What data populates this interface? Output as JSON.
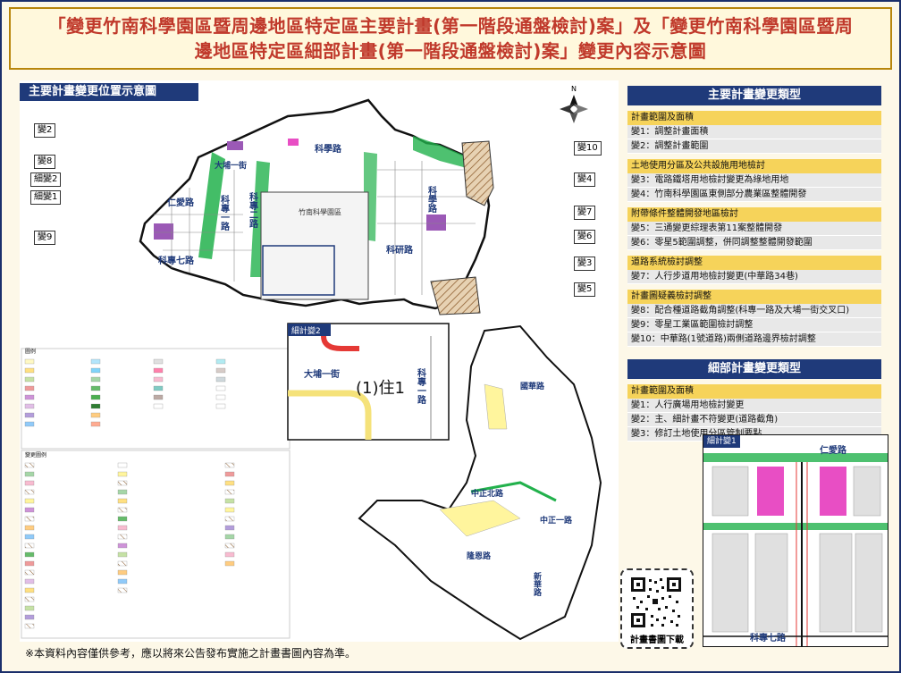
{
  "title": {
    "line1": "「變更竹南科學園區暨周邊地區特定區主要計畫(第一階段通盤檢討)案」及「變更竹南科學園區暨周",
    "line2": "邊地區特定區細部計畫(第一階段通盤檢討)案」變更內容示意圖"
  },
  "map": {
    "section_title": "主要計畫變更位置示意圖",
    "north_label": "N",
    "park_label": "竹南科學園區",
    "roads": [
      "科學路",
      "大埔一街",
      "仁愛路",
      "科專一路",
      "科專二路",
      "科專七路",
      "科研路",
      "科學路",
      "國華路",
      "中正北路",
      "中正一路",
      "隆恩路",
      "新華路"
    ],
    "callouts": [
      "變2",
      "變8",
      "細變2",
      "細變1",
      "變9",
      "變10",
      "變4",
      "變7",
      "變6",
      "變3",
      "變5"
    ],
    "inset2": {
      "label": "細計變2",
      "road_a": "大埔一街",
      "road_b": "科專一路",
      "zone": "(1)住1"
    },
    "inset1": {
      "label": "細計變1",
      "road_a": "仁愛路",
      "road_b": "科專七路"
    },
    "legend_title": "圖例",
    "change_legend_title": "變更圖例"
  },
  "panel": {
    "main_header": "主要計畫變更類型",
    "main_groups": [
      {
        "cat": "計畫範圍及面積",
        "items": [
          "變1：調整計畫面積",
          "變2：調整計畫範圍"
        ]
      },
      {
        "cat": "土地使用分區及公共設施用地檢討",
        "items": [
          "變3：電路鐵塔用地檢討變更為綠地用地",
          "變4：竹南科學園區東側部分農業區整體開發"
        ]
      },
      {
        "cat": "附帶條件整體開發地區檢討",
        "items": [
          "變5：三通變更綜理表第11案整體開發",
          "變6：零星5範圍調整，併同調整整體開發範圍"
        ]
      },
      {
        "cat": "道路系統檢討調整",
        "items": [
          "變7：人行步道用地檢討變更(中華路34巷)"
        ]
      },
      {
        "cat": "計畫圖疑義檢討調整",
        "items": [
          "變8：配合種道路截角調整(科專一路及大埔一街交叉口)",
          "變9：零星工業區範圍檢討調整",
          "變10：中華路(1號道路)兩側道路邊界檢討調整"
        ]
      }
    ],
    "detail_header": "細部計畫變更類型",
    "detail_groups": [
      {
        "cat": "計畫範圍及面積",
        "items": [
          "變1：人行廣場用地檢討變更",
          "變2：主、細計畫不符變更(道路截角)",
          "變3：修訂土地使用分區管制要點"
        ]
      }
    ]
  },
  "qr": {
    "label": "計畫書圖下載"
  },
  "footnote": "※本資料內容僅供參考，應以將來公告發布實施之計畫書圖內容為準。",
  "colors": {
    "header_bg": "#1f3a7a",
    "category_bg": "#f6d35a",
    "title_red": "#c0392b",
    "green": "#22b14c",
    "purple": "#9b59b6",
    "pink": "#e84ec4"
  }
}
